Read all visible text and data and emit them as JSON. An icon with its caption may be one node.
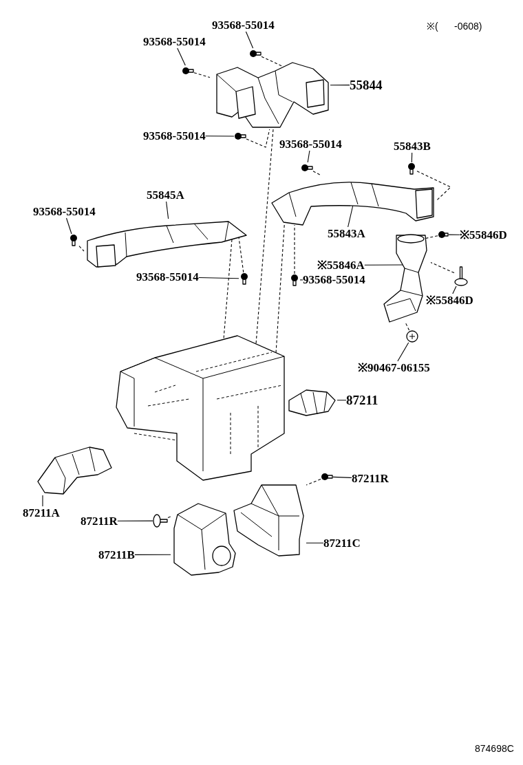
{
  "diagram": {
    "nodes": [
      {
        "text": [
          "93568-55014"
        ]
      },
      {
        "text": [
          "93568-55014"
        ]
      },
      {
        "text": [
          "55844"
        ]
      },
      {
        "text": [
          "93568-55014"
        ]
      },
      {
        "text": [
          "93568-55014"
        ]
      },
      {
        "text": [
          "55843B"
        ]
      },
      {
        "text": [
          "55845A"
        ]
      },
      {
        "text": [
          "93568-55014"
        ]
      },
      {
        "text": [
          "55843A"
        ]
      },
      {
        "text": [
          "※55846D"
        ]
      },
      {
        "text": [
          "※55846A"
        ]
      },
      {
        "text": [
          "93568-55014"
        ]
      },
      {
        "text": [
          "93568-55014"
        ]
      },
      {
        "text": [
          "※55846D"
        ]
      },
      {
        "text": [
          "※90467-06155"
        ]
      },
      {
        "text": [
          "87211"
        ]
      },
      {
        "text": [
          "87211R"
        ]
      },
      {
        "text": [
          "87211A"
        ]
      },
      {
        "text": [
          "87211R"
        ]
      },
      {
        "text": [
          "87211B"
        ]
      },
      {
        "text": [
          "87211C"
        ]
      },
      {
        "text": [],
        "shape": "bolt"
      },
      {
        "text": [],
        "shape": "bolt"
      },
      {
        "text": [],
        "shape": "picture"
      },
      {
        "text": [],
        "shape": "bolt"
      },
      {
        "text": [],
        "shape": "bolt"
      },
      {
        "text": [],
        "shape": "bolt"
      },
      {
        "text": [],
        "shape": "picture"
      },
      {
        "text": [],
        "shape": "bolt"
      },
      {
        "text": [],
        "shape": "picture"
      },
      {
        "text": [],
        "shape": "bolt"
      },
      {
        "text": [],
        "shape": "picture"
      },
      {
        "text": [],
        "shape": "bolt"
      },
      {
        "text": [],
        "shape": "bolt"
      },
      {
        "text": [],
        "shape": "screw"
      },
      {
        "text": [],
        "shape": "picture"
      },
      {
        "text": [],
        "shape": "picture"
      },
      {
        "text": [],
        "shape": "picture"
      },
      {
        "text": [],
        "shape": "bolt"
      },
      {
        "text": [],
        "shape": "picture"
      },
      {
        "text": [],
        "shape": "screw"
      },
      {
        "text": [],
        "shape": "picture"
      },
      {
        "text": [],
        "shape": "picture"
      }
    ],
    "edges": [
      {
        "from": 0,
        "to": 21,
        "arrow": "none"
      },
      {
        "from": 1,
        "to": 22,
        "arrow": "none"
      },
      {
        "from": 2,
        "to": 23,
        "arrow": "none"
      },
      {
        "from": 3,
        "to": 24,
        "arrow": "none"
      },
      {
        "from": 4,
        "to": 25,
        "arrow": "none"
      },
      {
        "from": 5,
        "to": 26,
        "arrow": "none"
      },
      {
        "from": 6,
        "to": 27,
        "arrow": "none"
      },
      {
        "from": 7,
        "to": 28,
        "arrow": "none"
      },
      {
        "from": 8,
        "to": 29,
        "arrow": "none"
      },
      {
        "from": 9,
        "to": 30,
        "arrow": "none"
      },
      {
        "from": 10,
        "to": 31,
        "arrow": "none"
      },
      {
        "from": 11,
        "to": 32,
        "arrow": "none"
      },
      {
        "from": 12,
        "to": 33,
        "arrow": "none"
      },
      {
        "from": 13,
        "to": 34,
        "arrow": "none"
      },
      {
        "from": 14,
        "to": 35,
        "arrow": "none"
      },
      {
        "from": 15,
        "to": 37,
        "arrow": "none"
      },
      {
        "from": 16,
        "to": 38,
        "arrow": "none"
      },
      {
        "from": 17,
        "to": 39,
        "arrow": "none"
      },
      {
        "from": 18,
        "to": 40,
        "arrow": "none"
      },
      {
        "from": 19,
        "to": 41,
        "arrow": "none"
      },
      {
        "from": 20,
        "to": 42,
        "arrow": "none"
      },
      {
        "from": 21,
        "to": 23,
        "arrow": "none",
        "style": "dashed"
      },
      {
        "from": 22,
        "to": 23,
        "arrow": "none",
        "style": "dashed"
      },
      {
        "from": 24,
        "to": 23,
        "arrow": "none",
        "style": "dashed"
      },
      {
        "from": 23,
        "to": 36,
        "arrow": "none",
        "style": "dashed"
      },
      {
        "from": 25,
        "to": 29,
        "arrow": "none",
        "style": "dashed"
      },
      {
        "from": 26,
        "to": 29,
        "arrow": "none",
        "style": "dashed"
      },
      {
        "from": 28,
        "to": 27,
        "arrow": "none",
        "style": "dashed"
      },
      {
        "from": 32,
        "to": 27,
        "arrow": "none",
        "style": "dashed"
      },
      {
        "from": 27,
        "to": 36,
        "arrow": "none",
        "style": "dashed"
      },
      {
        "from": 29,
        "to": 36,
        "arrow": "none",
        "style": "dashed"
      },
      {
        "from": 33,
        "to": 29,
        "arrow": "none",
        "style": "dashed"
      },
      {
        "from": 30,
        "to": 31,
        "arrow": "none",
        "style": "dashed"
      },
      {
        "from": 34,
        "to": 31,
        "arrow": "none",
        "style": "dashed"
      },
      {
        "from": 35,
        "to": 31,
        "arrow": "none",
        "style": "dashed"
      },
      {
        "from": 38,
        "to": 42,
        "arrow": "none",
        "style": "dashed"
      },
      {
        "from": 40,
        "to": 41,
        "arrow": "none",
        "style": "dashed"
      }
    ],
    "labels": [
      "※(      -0608)",
      "874698C"
    ]
  }
}
